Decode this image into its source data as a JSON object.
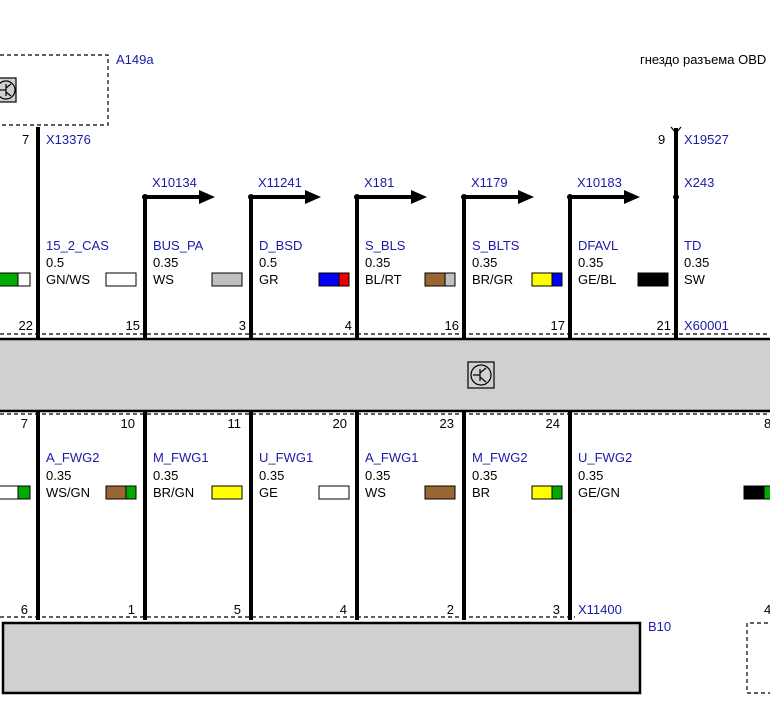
{
  "components": {
    "a149a": "A149a",
    "obd_socket": "гнездо разъема OBD",
    "b10": "B10",
    "x60001": "X60001",
    "x11400": "X11400"
  },
  "top_connectors": {
    "x13376": "X13376",
    "x19527": "X19527",
    "x243": "X243",
    "pin_7": "7",
    "pin_9": "9"
  },
  "top_wires": [
    {
      "conn": "",
      "name": "15_2_CAS",
      "size": "0.5",
      "color": "GN/WS",
      "pin": "22",
      "swatch": [
        "#ffffff"
      ]
    },
    {
      "conn": "X10134",
      "name": "BUS_PA",
      "size": "0.35",
      "color": "WS",
      "pin": "15",
      "swatch": [
        "#c0c0c0"
      ]
    },
    {
      "conn": "X11241",
      "name": "D_BSD",
      "size": "0.5",
      "color": "GR",
      "pin": "3",
      "swatch": [
        "#0000ee",
        "#ee0000"
      ]
    },
    {
      "conn": "X181",
      "name": "S_BLS",
      "size": "0.35",
      "color": "BL/RT",
      "pin": "4",
      "swatch": [
        "#996633",
        "#c0c0c0"
      ]
    },
    {
      "conn": "X1179",
      "name": "S_BLTS",
      "size": "0.35",
      "color": "BR/GR",
      "pin": "16",
      "swatch": [
        "#ffff00",
        "#0000ee"
      ]
    },
    {
      "conn": "X10183",
      "name": "DFAVL",
      "size": "0.35",
      "color": "GE/BL",
      "pin": "17",
      "swatch": [
        "#000000"
      ]
    },
    {
      "conn": "X243",
      "name": "TD",
      "size": "0.35",
      "color": "SW",
      "pin": "21",
      "swatch": []
    }
  ],
  "bottom_wires": [
    {
      "name": "A_FWG2",
      "size": "0.35",
      "color": "WS/GN",
      "top_pin": "7",
      "bottom_pin": "6",
      "swatch": [
        "#996633",
        "#00aa00"
      ]
    },
    {
      "name": "M_FWG1",
      "size": "0.35",
      "color": "BR/GN",
      "top_pin": "10",
      "bottom_pin": "1",
      "swatch": [
        "#ffff00"
      ]
    },
    {
      "name": "U_FWG1",
      "size": "0.35",
      "color": "GE",
      "top_pin": "11",
      "bottom_pin": "5",
      "swatch": [
        "#ffffff"
      ]
    },
    {
      "name": "A_FWG1",
      "size": "0.35",
      "color": "WS",
      "top_pin": "20",
      "bottom_pin": "4",
      "swatch": [
        "#996633"
      ]
    },
    {
      "name": "M_FWG2",
      "size": "0.35",
      "color": "BR",
      "top_pin": "23",
      "bottom_pin": "2",
      "swatch": [
        "#ffff00",
        "#00aa00"
      ]
    },
    {
      "name": "U_FWG2",
      "size": "0.35",
      "color": "GE/GN",
      "top_pin": "24",
      "bottom_pin": "3",
      "swatch": [
        "#000000",
        "#00aa00"
      ]
    }
  ],
  "edge_pins": {
    "right_top": "8",
    "right_bottom": "4"
  },
  "edge_swatches": {
    "top_left": [
      "#00aa00",
      "#ffffff"
    ],
    "bottom_left": [
      "#ffffff",
      "#00aa00"
    ]
  },
  "colors": {
    "module_fill": "#d0d0d0",
    "link_text": "#1a1aa8",
    "wire": "#000000"
  },
  "icons": [
    "transistor-icon"
  ]
}
